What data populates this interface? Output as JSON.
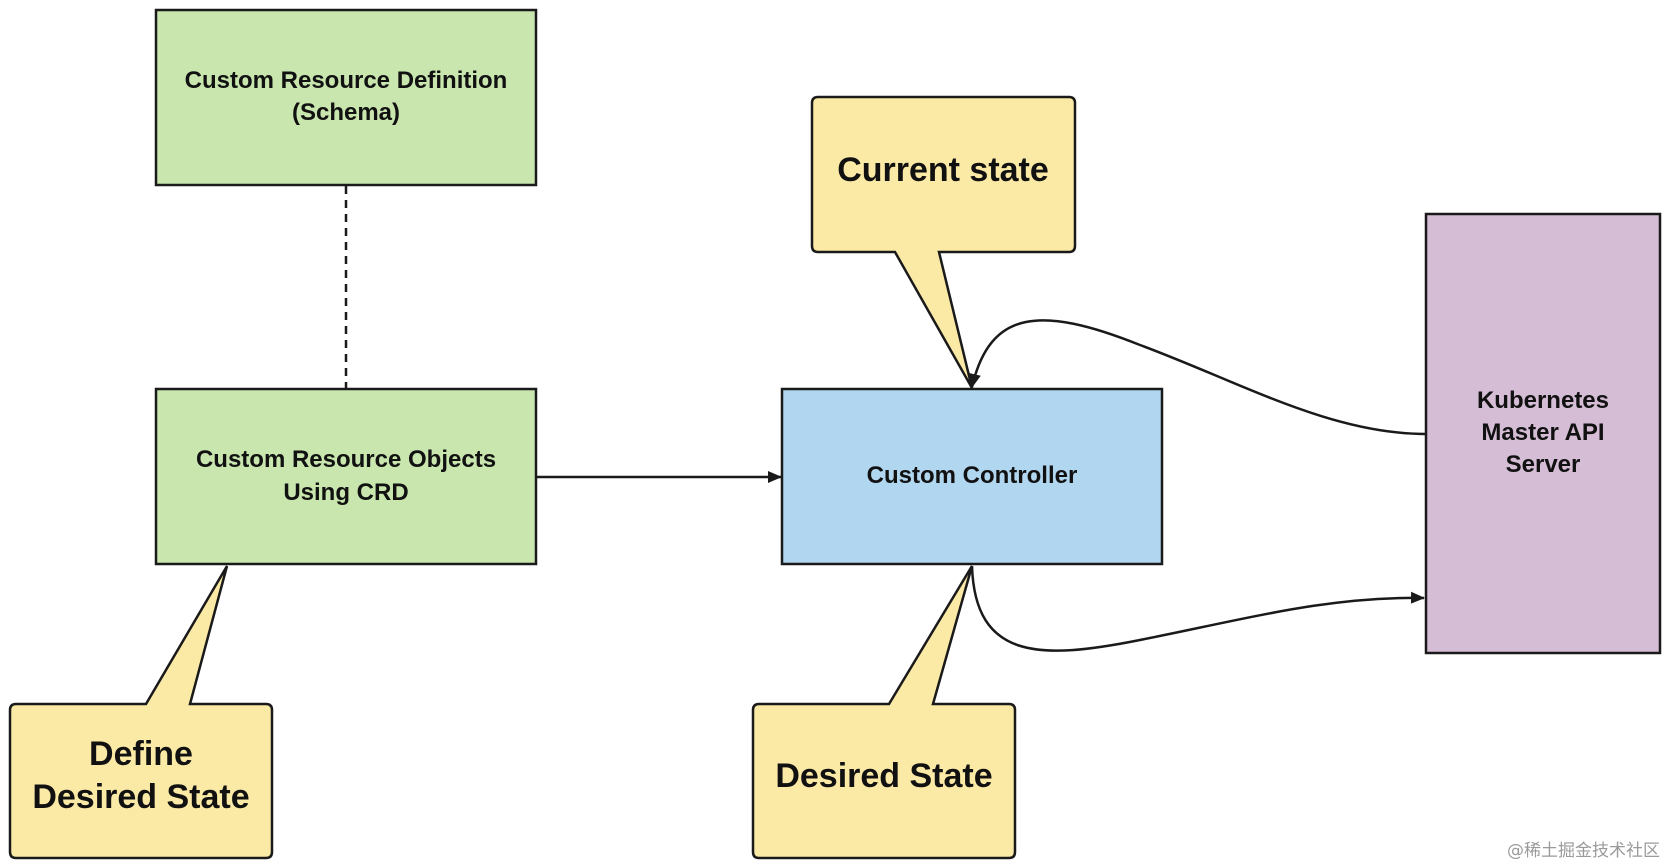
{
  "colors": {
    "green_fill": "#c8e6ae",
    "yellow_fill": "#fbe9a6",
    "blue_fill": "#b1d6ef",
    "purple_fill": "#d4bdd5",
    "stroke": "#1a1a1a"
  },
  "crd_box": {
    "line1": "Custom Resource Definition",
    "line2": "(Schema)"
  },
  "objects_box": {
    "line1": "Custom Resource Objects",
    "line2": "Using CRD"
  },
  "controller_box": {
    "label": "Custom Controller"
  },
  "api_box": {
    "line1": "Kubernetes",
    "line2": "Master API",
    "line3": "Server"
  },
  "callout_current": {
    "label": "Current state"
  },
  "callout_desired": {
    "label": "Desired State"
  },
  "callout_define": {
    "line1": "Define",
    "line2": "Desired State"
  },
  "watermark": {
    "text": "@稀土掘金技术社区"
  }
}
